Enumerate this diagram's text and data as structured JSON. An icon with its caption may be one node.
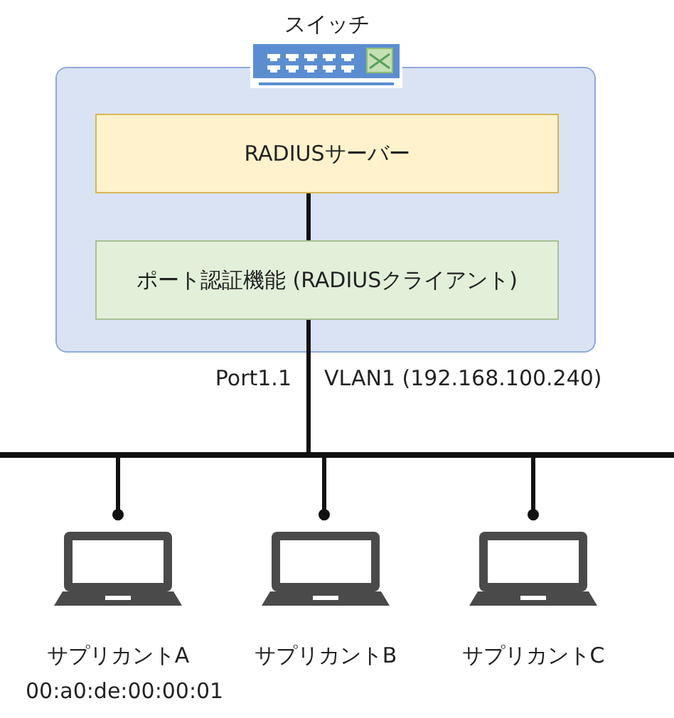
{
  "diagram": {
    "nodes": [
      {
        "text": [
          "スイッチ"
        ]
      },
      {
        "text": [
          "RADIUSサーバー"
        ],
        "in": 0
      },
      {
        "text": [
          "ポート認証機能 (RADIUSクライアント)"
        ],
        "in": 0
      },
      {
        "text": [],
        "shape": "bar"
      },
      {
        "text": [
          "サプリカントA",
          "00:a0:de:00:00:01"
        ]
      },
      {
        "text": [
          "サプリカントB"
        ]
      },
      {
        "text": [
          "サプリカントC"
        ]
      }
    ],
    "edges": [
      {
        "from": 1,
        "to": 2,
        "arrow": "none"
      },
      {
        "from": 2,
        "to": 3,
        "arrow": "none"
      },
      {
        "from": 3,
        "to": 4,
        "arrow": "other"
      },
      {
        "from": 3,
        "to": 5,
        "arrow": "other"
      },
      {
        "from": 3,
        "to": 6,
        "arrow": "other"
      }
    ],
    "labels": [
      "Port1.1",
      "VLAN1 (192.168.100.240)"
    ]
  }
}
